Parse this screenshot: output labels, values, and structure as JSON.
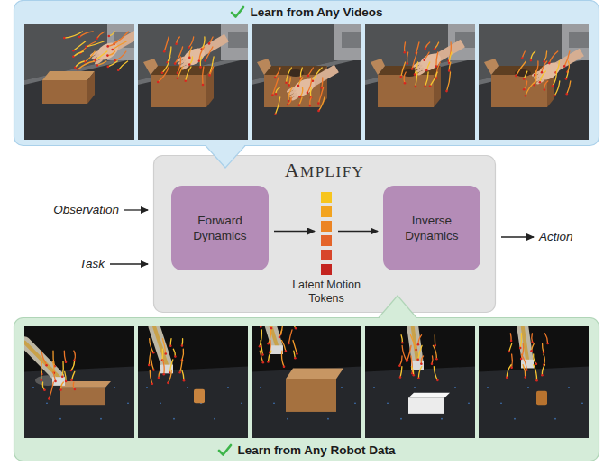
{
  "diagram": {
    "nodes": [
      {
        "text": [
          "Learn from Any Videos"
        ]
      },
      {
        "text": [
          "AMPLIFY"
        ]
      },
      {
        "text": [
          "Forward Dynamics"
        ],
        "in": 1
      },
      {
        "text": [
          "Latent Motion Tokens"
        ],
        "in": 1
      },
      {
        "text": [
          "Inverse Dynamics"
        ],
        "in": 1
      },
      {
        "text": [
          "Learn from Any Robot Data"
        ]
      }
    ],
    "edges": [
      {
        "from": 2,
        "to": 3,
        "arrow": "to"
      },
      {
        "from": 3,
        "to": 4,
        "arrow": "to"
      }
    ],
    "labels": [
      "Observation",
      "Task",
      "Action"
    ]
  }
}
